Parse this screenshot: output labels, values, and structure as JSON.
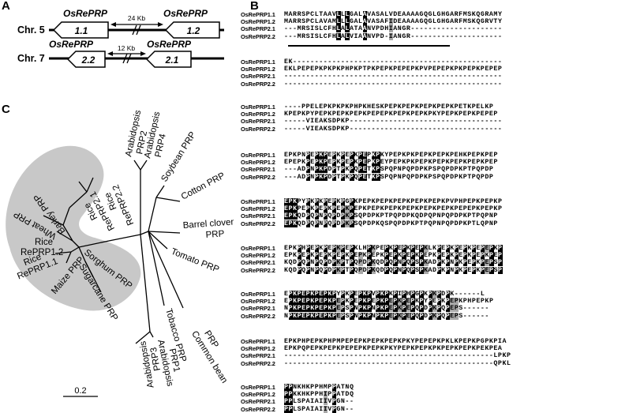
{
  "panels": {
    "a": "A",
    "b": "B",
    "c": "C"
  },
  "panel_a": {
    "chr5": "Chr. 5",
    "chr7": "Chr. 7",
    "gene_label": "OsRePRP",
    "gene_1_1": "1.1",
    "gene_1_2": "1.2",
    "gene_2_1": "2.1",
    "gene_2_2": "2.2",
    "dist_top": "24 Kb",
    "dist_bottom": "12 Kb"
  },
  "panel_b": {
    "blocks": [
      {
        "rows": [
          {
            "name": "OsRePRP1.1",
            "seq": "MARRSPCLTAAVLLLGALAVASALVDEAAAAGQGLGHGARFMSKQGRAMY"
          },
          {
            "name": "OsRePRP1.2",
            "seq": "MARRSPCLAVAMLLLGALAVASAFIDEAAAAGQGLGHGARFMSKQGRVTY"
          },
          {
            "name": "OsRePRP2.1",
            "seq": "---MRSISLCFHLALATAANVPDHIANGR---------------------"
          },
          {
            "name": "OsRePRP2.2",
            "seq": "---MRSISLCFHLALVIAANVPD-IANGR---------------------"
          }
        ]
      },
      {
        "rows": [
          {
            "name": "OsRePRP1.1",
            "seq": "EK------------------------------------------------"
          },
          {
            "name": "OsRePRP1.2",
            "seq": "EKLPEPEPKPKPKPHPKPTPKPEPKPEPEPKPVPEPEPKPKPEPKPEPEP"
          },
          {
            "name": "OsRePRP2.1",
            "seq": "--------------------------------------------------"
          },
          {
            "name": "OsRePRP2.2",
            "seq": "--------------------------------------------------"
          }
        ]
      },
      {
        "rows": [
          {
            "name": "OsRePRP1.1",
            "seq": "----PPELEPKPKPKPHPKHESKPEPKPEPKPEPKPEPKPETKPELKP"
          },
          {
            "name": "OsRePRP1.2",
            "seq": "KPEPKPYPEPKPEPKPEPKPEPEPKPEPKPEPKPKYPEPKPEPKPEPEP"
          },
          {
            "name": "OsRePRP2.1",
            "seq": "-----VIEAKSDPKP-----------------------------------"
          },
          {
            "name": "OsRePRP2.2",
            "seq": "-----VIEAKSDPKP-----------------------------------"
          }
        ]
      },
      {
        "rows": [
          {
            "name": "OsRePRP1.1",
            "seq": "EPKPNPEPKPEPKPEPKPEPKPKYPEPKPKPEPKPEPKPEHKPEPKPEP"
          },
          {
            "name": "OsRePRP1.2",
            "seq": "EPEPKPEPKPEPKPEPKPEPKPEYPEPKPKPEPKPEPKPEPKPEPKPEP"
          },
          {
            "name": "OsRePRP2.1",
            "seq": "---ADPNPKPDPTPKPQPETKPSPQPNPQPDPKPSPQPDPKPTPQPDP"
          },
          {
            "name": "OsRePRP2.2",
            "seq": "---ADPNPKPDPTPKPQPETKPSPQPNPQPDPKPSPQPDPKPTPQPDP"
          }
        ]
      },
      {
        "rows": [
          {
            "name": "OsRePRP1.1",
            "seq": "EPKPYPKPKPEPKPGPKPEPKPEPKPEPKPEPKPEPKPVPHPEPKPEPKP"
          },
          {
            "name": "OsRePRP1.2",
            "seq": "EPKPEPKPEPKPEPKPEPKPEPKPEPKPEPKPEPKPEPKPEPEPKPEPKP"
          },
          {
            "name": "OsRePRP2.1",
            "seq": "EPKQDPQPNPQPDPKPSQPDPKPTPQPDPKQDPQPNPQPDPKPTPQPNP"
          },
          {
            "name": "OsRePRP2.2",
            "seq": "EPKQDPQPNPQPDPKPSQPDPKQSPQPDPKPTPQPNPQPDPKPTLQPNP"
          }
        ]
      },
      {
        "rows": [
          {
            "name": "OsRePRP1.1",
            "seq": "EPKPHPEPKPEPKPEPKLHPKPEPKPEPKPEPKLKPEPKPEPKPEPEPKP"
          },
          {
            "name": "OsRePRP1.2",
            "seq": "EPKPEPKPEPKPEPKPEPKPEPKPEPKPEPKPEPKPEPKPEPKPEPKPEP"
          },
          {
            "name": "OsRePRP2.1",
            "seq": "KQDPQPNPQPDPKPTPQPDPKQDPQPNPQPSPKADPKPNPKPEPKPEPSP"
          },
          {
            "name": "OsRePRP2.2",
            "seq": "KQDPQPNPQPDPKPTPQPDPKQDPQPNPQPSPKADPKPNPKPEPKPEPSP"
          }
        ]
      },
      {
        "rows": [
          {
            "name": "OsRePRP1.1",
            "seq": "EPKPEPKPEPKPYPKPEPKPVPKPKPIPHPGPKPKPDPK------L"
          },
          {
            "name": "OsRePRP1.2",
            "seq": "EPKPEPKPEPKPEPKPEPKPEPKPEPKPEPKPYPEPKPEPKPHPEPKP"
          },
          {
            "name": "OsRePRP2.1",
            "seq": "NPKPEPKPEPKPEPSPNPKPNPKPEPKPEPQPDPKPQPEPS------"
          },
          {
            "name": "OsRePRP2.2",
            "seq": "NPKPEPKPEPKPEPSPNPKPNPKPEPKPEPQPDPKPQPEPS------"
          }
        ]
      },
      {
        "rows": [
          {
            "name": "OsRePRP1.1",
            "seq": "EPKPHPEPKPHPMPEPEPKPEPKPEPKPKYPEPEPKPKLKPEPKPGPKPIA"
          },
          {
            "name": "OsRePRP1.2",
            "seq": "EPKPQPEPKPEPKPEPEPKPEPKPKYPEPKPEPKPKPEPKPEPKPEKPEA"
          },
          {
            "name": "OsRePRP2.1",
            "seq": "------------------------------------------------LPKP"
          },
          {
            "name": "OsRePRP2.2",
            "seq": "------------------------------------------------QPKL"
          }
        ]
      },
      {
        "rows": [
          {
            "name": "OsRePRP1.1",
            "seq": "PPNKHKPPHMPPATNQ"
          },
          {
            "name": "OsRePRP1.2",
            "seq": "PPKKHKPPHIPPATDQ"
          },
          {
            "name": "OsRePRP2.1",
            "seq": "PPLSPAIAIIVPGN--"
          },
          {
            "name": "OsRePRP2.2",
            "seq": "PPLSPAIAIIVPGN--"
          }
        ]
      }
    ]
  },
  "panel_c": {
    "labels": {
      "arab_prp2": [
        "Arabidopsis",
        "PRP2"
      ],
      "arab_prp4": [
        "Arabidopsis",
        "PRP4"
      ],
      "soybean": "Soybean PRP",
      "cotton": "Cotton PRP",
      "barrel": [
        "Barrel clover",
        "PRP"
      ],
      "tomato": "Tomato PRP",
      "common_bean": [
        "Common bean",
        "PRP"
      ],
      "tobacco": "Tobacco PRP",
      "arab_prp1": [
        "Arabidopsis",
        "PRP1"
      ],
      "arab_prp3": [
        "Arabidopsis",
        "PRP3"
      ],
      "rice_22": [
        "Rice",
        "RePRP2.2"
      ],
      "rice_21": [
        "Rice",
        "RePRP2.1"
      ],
      "barley": "Barley PRP",
      "wheat": "Wheat PRP",
      "rice_12": [
        "Rice",
        "RePRP1.2"
      ],
      "rice_11": [
        "Rice",
        "RePRP1.1"
      ],
      "maize": "Maize PRP",
      "sorghum": "Sorghum PRP",
      "sugarcane": "Sugarcane PRP"
    },
    "scale": "0.2"
  }
}
